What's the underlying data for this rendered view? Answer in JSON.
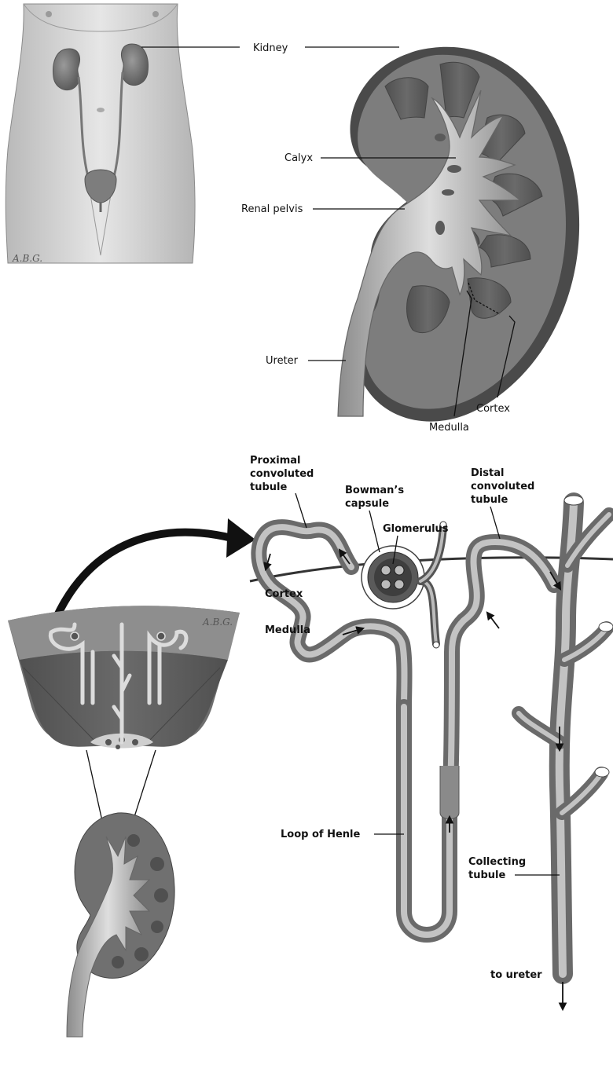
{
  "artist_mark": "A.B.G.",
  "anatomy": {
    "kidney": "Kidney",
    "calyx": "Calyx",
    "renal_pelvis": "Renal pelvis",
    "ureter": "Ureter",
    "cortex": "Cortex",
    "medulla": "Medulla"
  },
  "nephron": {
    "proximal": [
      "Proximal",
      "convoluted",
      "tubule"
    ],
    "bowman": [
      "Bowman’s",
      "capsule"
    ],
    "glomerulus": "Glomerulus",
    "distal": [
      "Distal",
      "convoluted",
      "tubule"
    ],
    "cortex": "Cortex",
    "medulla": "Medulla",
    "loop_of_henle": "Loop of Henle",
    "collecting": [
      "Collecting",
      "tubule"
    ],
    "to_ureter": "to ureter"
  },
  "colors": {
    "kidney_cortex": "#7d7d7d",
    "kidney_medulla": "#5a5a5a",
    "tubule": "#8a8a8a",
    "background": "#ffffff"
  }
}
